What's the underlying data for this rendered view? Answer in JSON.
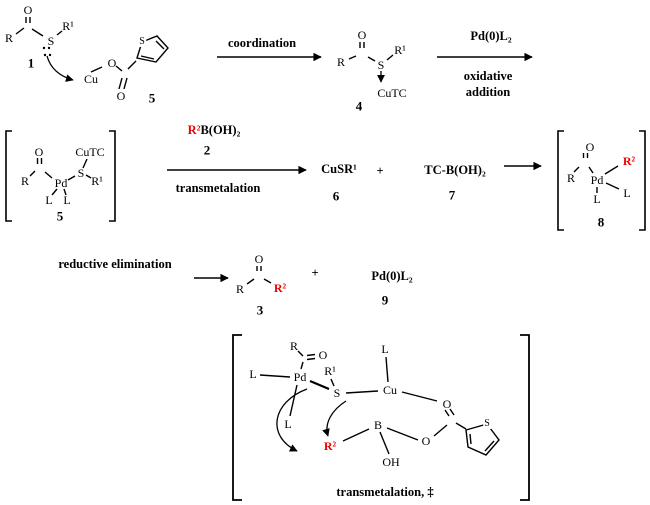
{
  "colors": {
    "ink": "#000000",
    "accent_red": "#ee0000",
    "background": "#ffffff"
  },
  "atoms": {
    "O": "O",
    "R": "R",
    "S": "S",
    "R1": "R¹",
    "R2": "R²",
    "Cu": "Cu",
    "Pd": "Pd",
    "L": "L",
    "B": "B",
    "OH": "OH",
    "CuTC": "CuTC"
  },
  "compounds": {
    "n1": "1",
    "n2": "2",
    "n3": "3",
    "n4": "4",
    "n5_cutc": "5",
    "n5_oxidative_adduct": "5",
    "n6": "6",
    "n7": "7",
    "n8": "8",
    "n9": "9"
  },
  "formulas": {
    "pd0_l2": "Pd(0)L₂",
    "r2": "R²",
    "boh2": "B(OH)₂",
    "cu_sr1": "CuSR¹",
    "tc_boh2": "TC-B(OH)₂",
    "plus": "+"
  },
  "steps": {
    "coordination": "coordination",
    "oxidative_line1": "oxidative",
    "oxidative_line2": "addition",
    "transmetalation": "transmetalation",
    "reductive_elimination": "reductive elimination",
    "transition_state_caption": "transmetalation, ‡"
  }
}
